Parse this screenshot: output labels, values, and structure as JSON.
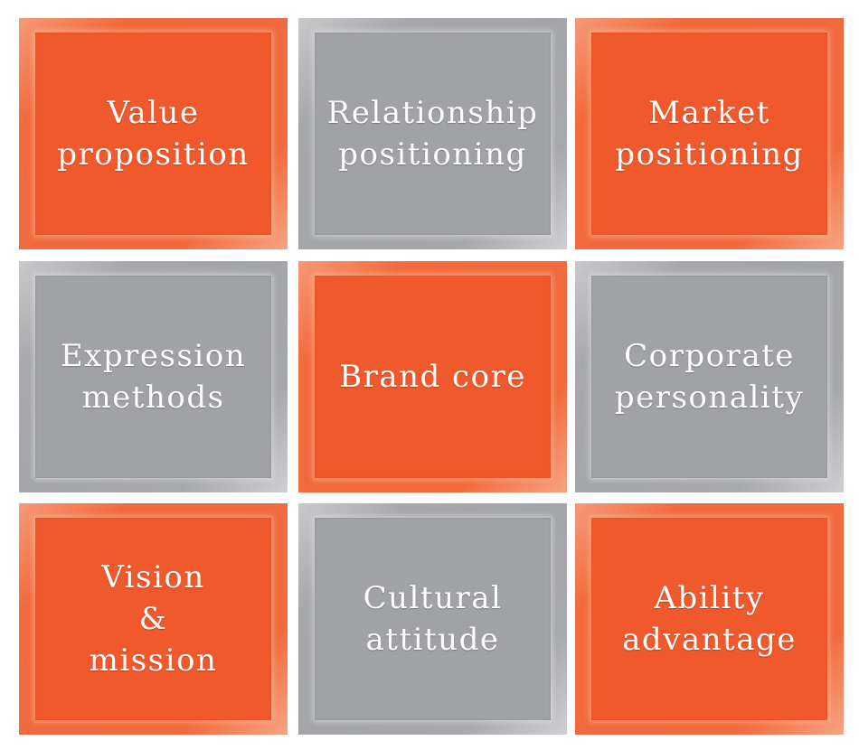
{
  "tiles": [
    {
      "lines": [
        "Value",
        "proposition"
      ],
      "color": "orange"
    },
    {
      "lines": [
        "Relationship",
        "positioning"
      ],
      "color": "gray"
    },
    {
      "lines": [
        "Market",
        "positioning"
      ],
      "color": "orange"
    },
    {
      "lines": [
        "Expression",
        "methods"
      ],
      "color": "gray"
    },
    {
      "lines": [
        "Brand core"
      ],
      "color": "orange"
    },
    {
      "lines": [
        "Corporate",
        "personality"
      ],
      "color": "gray"
    },
    {
      "lines": [
        "Vision",
        "&",
        "mission"
      ],
      "color": "orange"
    },
    {
      "lines": [
        "Cultural",
        "attitude"
      ],
      "color": "gray"
    },
    {
      "lines": [
        "Ability",
        "advantage"
      ],
      "color": "orange"
    }
  ],
  "colors": {
    "orange": "#f0592b",
    "gray": "#a1a2a5",
    "text": "#ffffff"
  }
}
